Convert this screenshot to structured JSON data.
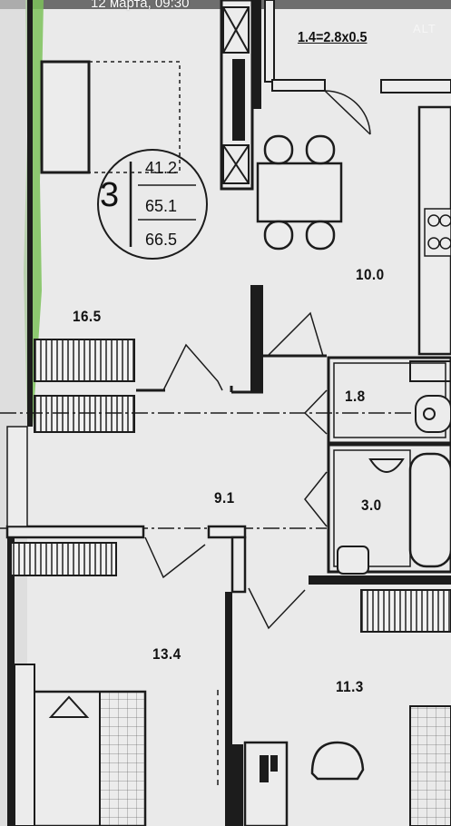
{
  "status_bar": {
    "time_text": "12 марта, 09:30"
  },
  "watermark": {
    "text": "ALT"
  },
  "plan": {
    "rooms_count": "3",
    "areas": {
      "living": "41.2",
      "total": "65.1",
      "total_with_balcony": "66.5"
    },
    "balcony_label": "1.4=2.8х0.5",
    "room_labels": {
      "kitchen": "10.0",
      "living_room": "16.5",
      "bath_small": "1.8",
      "bathroom": "3.0",
      "hall": "9.1",
      "bedroom_left": "13.4",
      "bedroom_right": "11.3"
    }
  },
  "colors": {
    "paper": "#eeeeee",
    "wall": "#1c1c1c",
    "green_strip": "#7dc25b",
    "status_text": "#ffffff"
  }
}
